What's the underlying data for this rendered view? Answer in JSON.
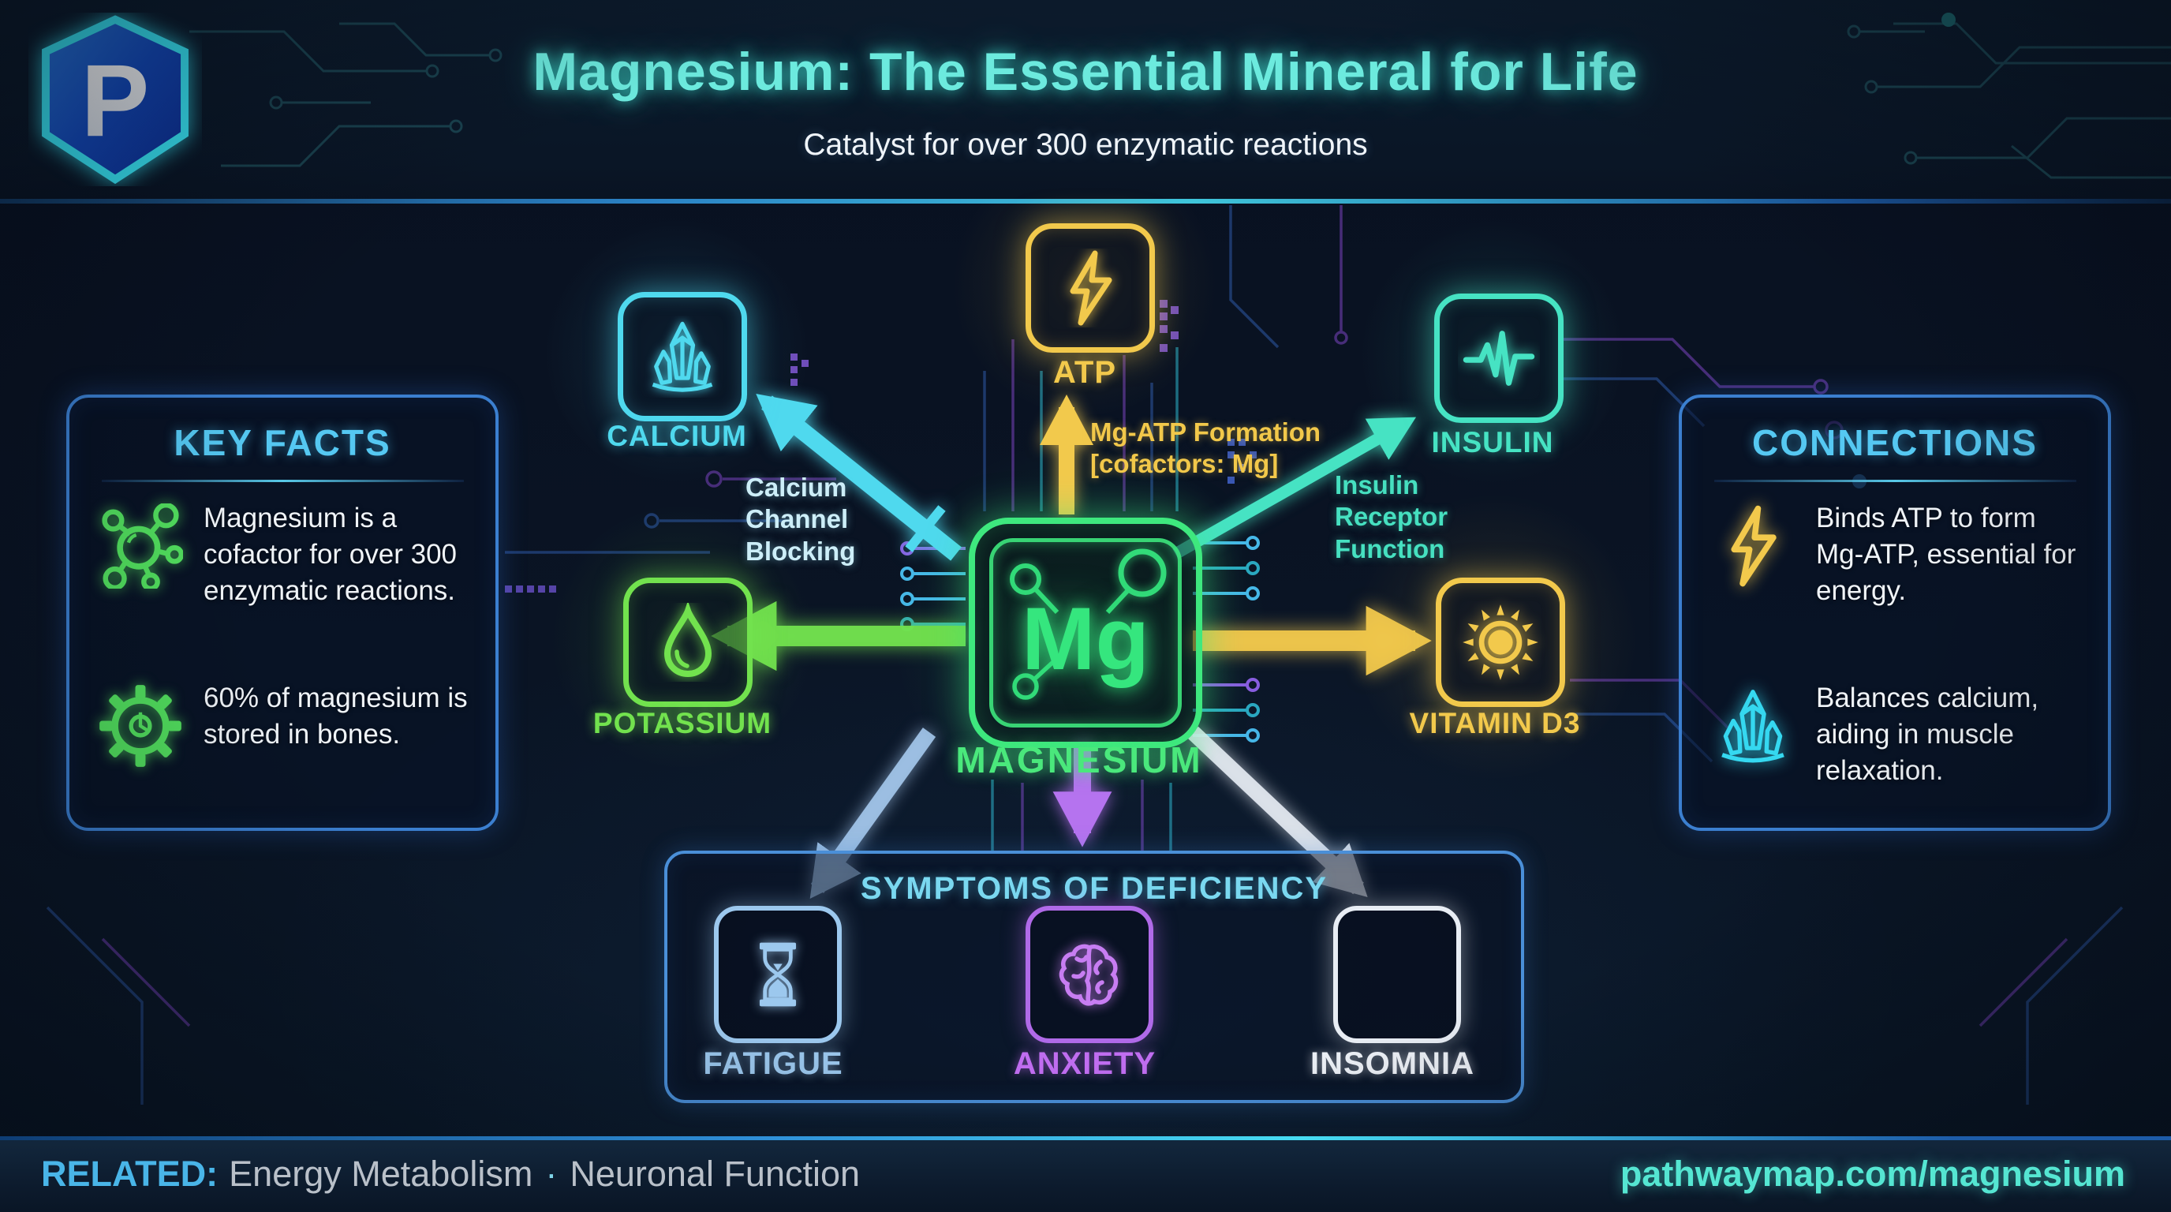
{
  "header": {
    "logo_letter": "P",
    "title": "Magnesium: The Essential Mineral for Life",
    "subtitle": "Catalyst for over 300 enzymatic reactions"
  },
  "key_facts": {
    "title": "KEY FACTS",
    "items": [
      {
        "icon": "molecule-icon",
        "text": "Magnesium is a cofactor for over 300 enzymatic reactions."
      },
      {
        "icon": "gear-icon",
        "text": "60% of magnesium is stored in bones."
      }
    ]
  },
  "connections": {
    "title": "CONNECTIONS",
    "items": [
      {
        "icon": "lightning-icon",
        "text": "Binds ATP to form Mg-ATP, essential for energy."
      },
      {
        "icon": "crystal-icon",
        "text": "Balances calcium, aiding in muscle relaxation."
      }
    ]
  },
  "center": {
    "symbol": "Mg",
    "label": "MAGNESIUM"
  },
  "nodes": {
    "calcium": {
      "label": "CALCIUM",
      "icon": "crystal-icon",
      "color": "#4fd9ee"
    },
    "atp": {
      "label": "ATP",
      "icon": "lightning-icon",
      "color": "#f2c94c"
    },
    "insulin": {
      "label": "INSULIN",
      "icon": "pulse-icon",
      "color": "#46e3c3"
    },
    "potassium": {
      "label": "POTASSIUM",
      "icon": "droplet-icon",
      "color": "#72e24e"
    },
    "vitamin_d3": {
      "label": "VITAMIN D3",
      "icon": "sun-icon",
      "color": "#f2c94c"
    }
  },
  "edge_labels": {
    "calcium_blocking": "Calcium Channel Blocking",
    "atp_formation_line1": "Mg-ATP Formation",
    "atp_formation_line2": "[cofactors: Mg]",
    "insulin_receptor": "Insulin Receptor Function"
  },
  "symptoms": {
    "title": "SYMPTOMS OF DEFICIENCY",
    "items": [
      {
        "label": "FATIGUE",
        "icon": "hourglass-icon",
        "color": "#9cc8ee"
      },
      {
        "label": "ANXIETY",
        "icon": "brain-icon",
        "color": "#c06df0"
      },
      {
        "label": "INSOMNIA",
        "icon": "moon-icon",
        "color": "#eef2f8"
      }
    ]
  },
  "footer": {
    "related_label": "RELATED:",
    "related_items": [
      "Energy Metabolism",
      "Neuronal Function"
    ],
    "separator": "·",
    "url": "pathwaymap.com/magnesium"
  },
  "colors": {
    "title_accent": "#6ceade",
    "panel_border": "#3b7fd0",
    "panel_heading": "#55c8f2",
    "magnesium_green": "#3ee87e",
    "calcium_cyan": "#4fd9ee",
    "atp_yellow": "#f2c94c",
    "insulin_teal": "#46e3c3",
    "potassium_green": "#72e24e",
    "anxiety_purple": "#c06df0",
    "fatigue_blue": "#9cc8ee",
    "insomnia_white": "#eef2f8",
    "footer_url_teal": "#55e6d2"
  }
}
